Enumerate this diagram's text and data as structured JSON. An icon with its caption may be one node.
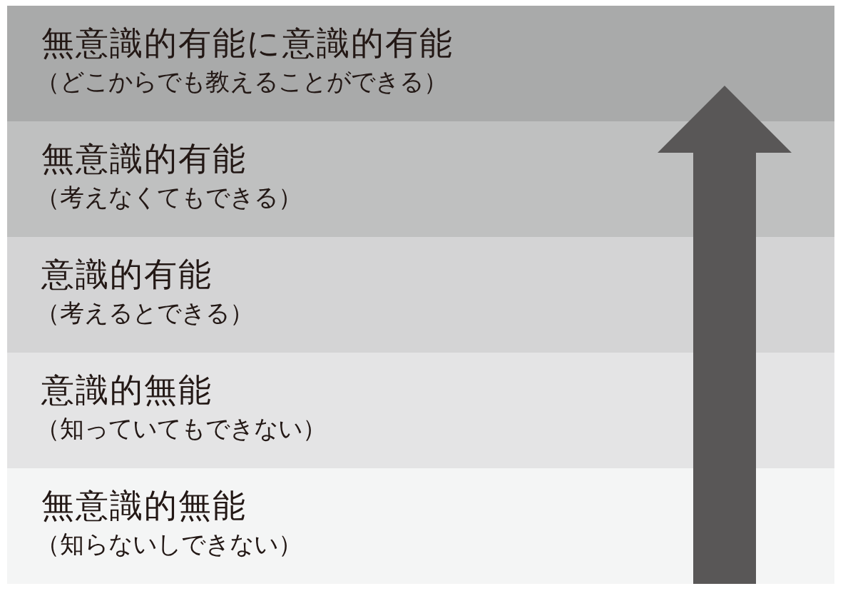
{
  "diagram": {
    "nodes": [
      {
        "text": [
          "無意識的有能に意識的有能",
          "（どこからでも教えることができる）"
        ]
      },
      {
        "text": [
          "無意識的有能",
          "（考えなくてもできる）"
        ]
      },
      {
        "text": [
          "意識的有能",
          "（考えるとできる）"
        ]
      },
      {
        "text": [
          "意識的無能",
          "（知っていてもできない）"
        ]
      },
      {
        "text": [
          "無意識的無能",
          "（知らないしできない）"
        ]
      }
    ]
  }
}
